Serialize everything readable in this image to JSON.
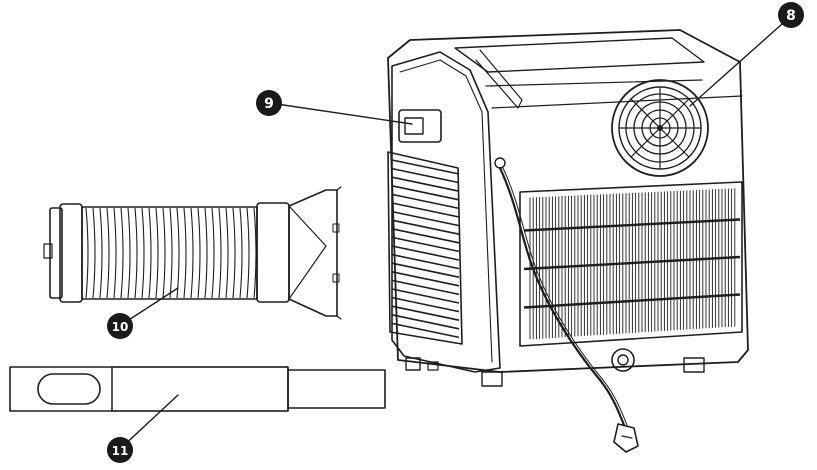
{
  "figure": {
    "description_free": true,
    "callouts": [
      {
        "id": "c8",
        "number": "8"
      },
      {
        "id": "c9",
        "number": "9"
      },
      {
        "id": "c10",
        "number": "10"
      },
      {
        "id": "c11",
        "number": "11"
      }
    ]
  },
  "colors": {
    "line": "#1e1e1e",
    "callout_fill": "#1a1a1a",
    "callout_text": "#ffffff",
    "shade": "#d6d6d6",
    "light_shade": "#ececec",
    "background": "#ffffff"
  }
}
